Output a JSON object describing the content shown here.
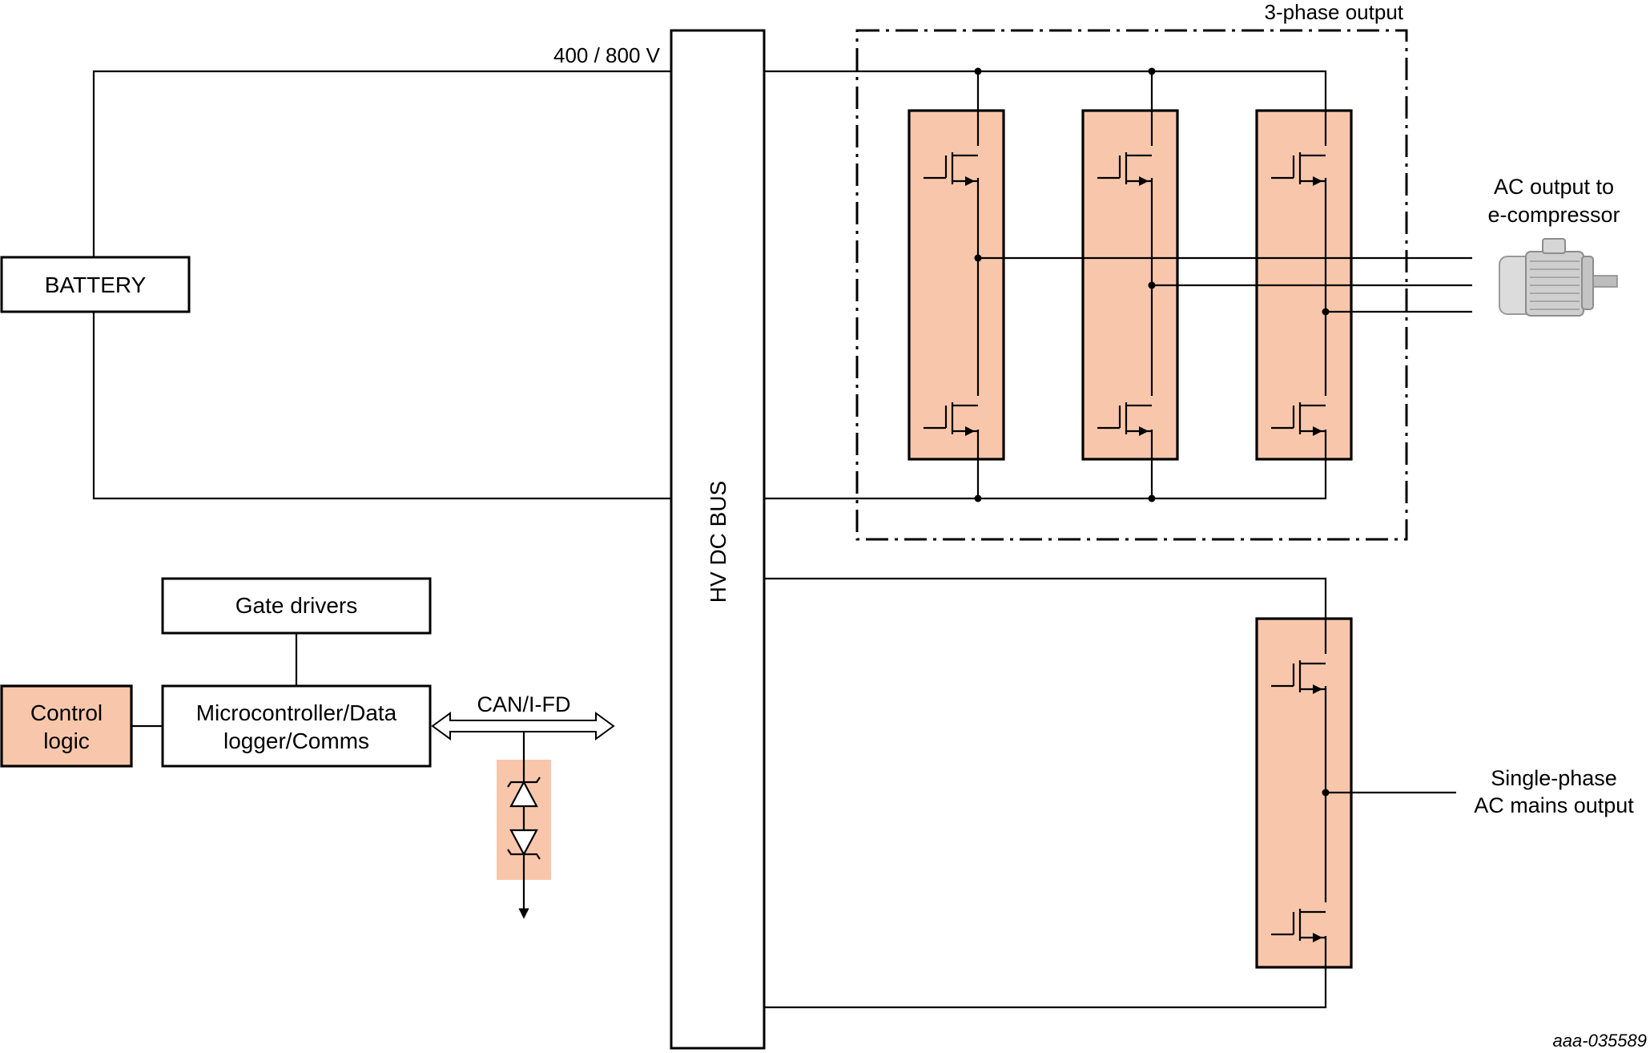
{
  "colors": {
    "line": "#000000",
    "module_fill": "#f8c7ab",
    "background": "#ffffff"
  },
  "labels": {
    "voltage": "400 / 800 V",
    "hv_bus": "HV DC BUS",
    "three_phase": "3-phase output",
    "ac_output_line1": "AC output to",
    "ac_output_line2": "e-compressor",
    "single_phase_line1": "Single-phase",
    "single_phase_line2": "AC mains output",
    "can": "CAN/I-FD",
    "figure_id": "aaa-035589"
  },
  "blocks": {
    "battery": "BATTERY",
    "gate_drivers": "Gate drivers",
    "mcu_line1": "Microcontroller/Data",
    "mcu_line2": "logger/Comms",
    "control_line1": "Control",
    "control_line2": "logic"
  },
  "icons": {
    "motor": "electric-motor-icon",
    "transistor": "mosfet-icon",
    "tvs": "tvs-diode-icon"
  }
}
